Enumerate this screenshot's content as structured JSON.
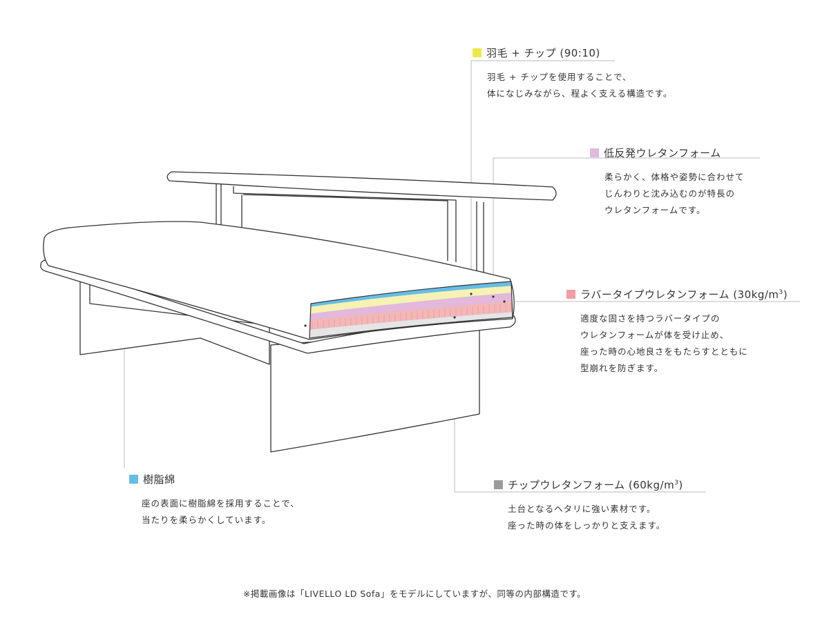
{
  "colors": {
    "down": "#ede84a",
    "low_rebound": "#e1b9dc",
    "rubber": "#ef9ea2",
    "polyester": "#66bde6",
    "chip": "#9a9a9a",
    "line": "#bbbbbb",
    "outline": "#333333"
  },
  "callouts": {
    "down": {
      "title": "羽毛 + チップ (90:10)",
      "lines": [
        "羽毛 + チップを使用することで、",
        "体になじみながら、程よく支える構造です。"
      ]
    },
    "low_rebound": {
      "title": "低反発ウレタンフォーム",
      "lines": [
        "柔らかく、体格や姿勢に合わせて",
        "じんわりと沈み込むのが特長の",
        "ウレタンフォームです。"
      ]
    },
    "rubber": {
      "title": "ラバータイプウレタンフォーム (30kg/m",
      "title_sup": "3",
      "title_end": ")",
      "lines": [
        "適度な固さを持つラバータイプの",
        "ウレタンフォームが体を受け止め、",
        "座った時の心地良さをもたらすとともに",
        "型崩れを防ぎます。"
      ]
    },
    "polyester": {
      "title": "樹脂綿",
      "lines": [
        "座の表面に樹脂綿を採用することで、",
        "当たりを柔らかくしています。"
      ]
    },
    "chip": {
      "title": "チップウレタンフォーム (60kg/m",
      "title_sup": "3",
      "title_end": ")",
      "lines": [
        "土台となるヘタリに強い素材です。",
        "座った時の体をしっかりと支えます。"
      ]
    }
  },
  "footnote": "※掲載画像は「LIVELLO LD Sofa」をモデルにしていますが、同等の内部構造です。"
}
